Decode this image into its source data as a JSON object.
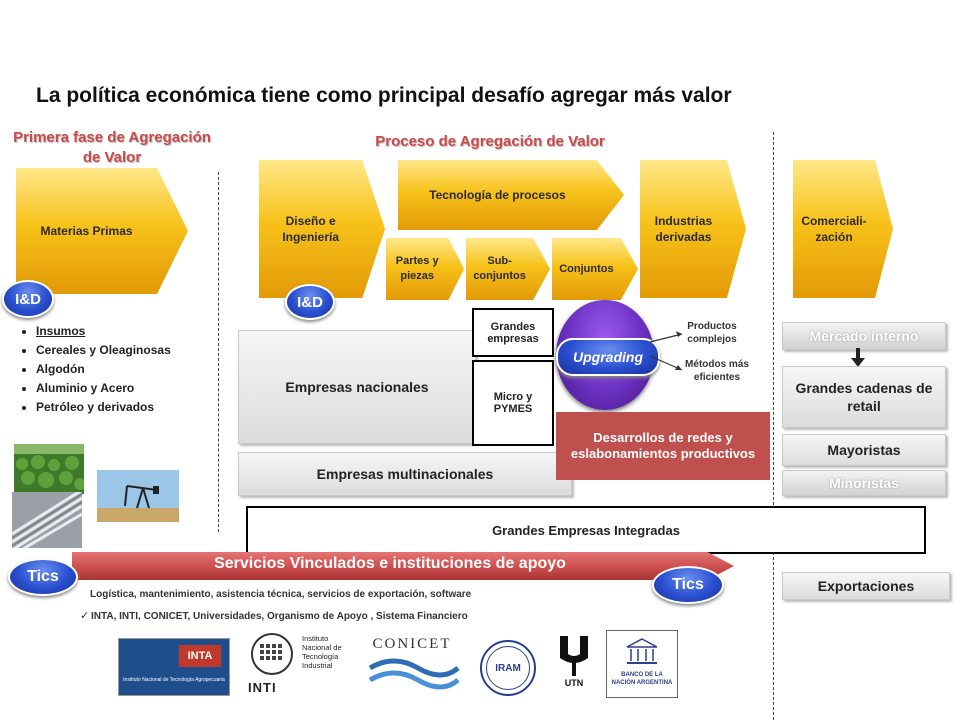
{
  "title": "La política económica tiene como principal desafío agregar más valor",
  "sections": {
    "primera_fase": "Primera fase de Agregación de Valor",
    "proceso": "Proceso de Agregación de Valor"
  },
  "arrows": {
    "materias_primas": "Materias Primas",
    "diseno": "Diseño e Ingeniería",
    "tecnologia": "Tecnología  de procesos",
    "industrias": "Industrias derivadas",
    "comercializacion": "Comerciali-zación",
    "partes": "Partes y piezas",
    "subconjuntos": "Sub-conjuntos",
    "conjuntos": "Conjuntos"
  },
  "badges": {
    "id1": "I&D",
    "id2": "I&D",
    "upgrading": "Upgrading",
    "tics_left": "Tics",
    "tics_right": "Tics"
  },
  "insumos": [
    "Insumos",
    "Cereales y Oleaginosas",
    "Algodón",
    "Aluminio y Acero",
    "Petróleo y derivados"
  ],
  "empresas": {
    "nacionales": "Empresas nacionales",
    "multinacionales": "Empresas multinacionales",
    "grandes": "Grandes empresas",
    "micro": "Micro y PYMES",
    "integradas": "Grandes  Empresas Integradas"
  },
  "outcomes": {
    "productos": "Productos complejos",
    "metodos": "Métodos más eficientes",
    "desarrollos": "Desarrollos de redes y eslabonamientos productivos"
  },
  "commerce": {
    "mercado": "Mercado interno",
    "cadenas": "Grandes cadenas de retail",
    "mayoristas": "Mayoristas",
    "minoristas": "Minoristas",
    "exportaciones": "Exportaciones"
  },
  "servicios": {
    "banner": "Servicios Vinculados e instituciones de apoyo",
    "line1": "Logística, mantenimiento, asistencia  técnica, servicios de exportación, software",
    "line2": "INTA, INTI, CONICET, Universidades, Organismo de Apoyo ,  Sistema Financiero"
  },
  "logos": {
    "inta": "INTA",
    "inta_sub": "Instituto Nacional de Tecnología Agropecuaria",
    "inti": "INTI",
    "inti_name": "Instituto Nacional de Tecnología Industrial",
    "conicet": "CONICET",
    "iram": "IRAM",
    "utn": "UTN",
    "bna": "BANCO DE LA NACIÓN ARGENTINA"
  },
  "colors": {
    "arrow_yellow": "#f7c21a",
    "section_red": "#c94a4a",
    "badge_blue": "#2a4fcf",
    "upgrading_purple": "#6a2fc0",
    "desarrollos_red": "#c0504d"
  }
}
